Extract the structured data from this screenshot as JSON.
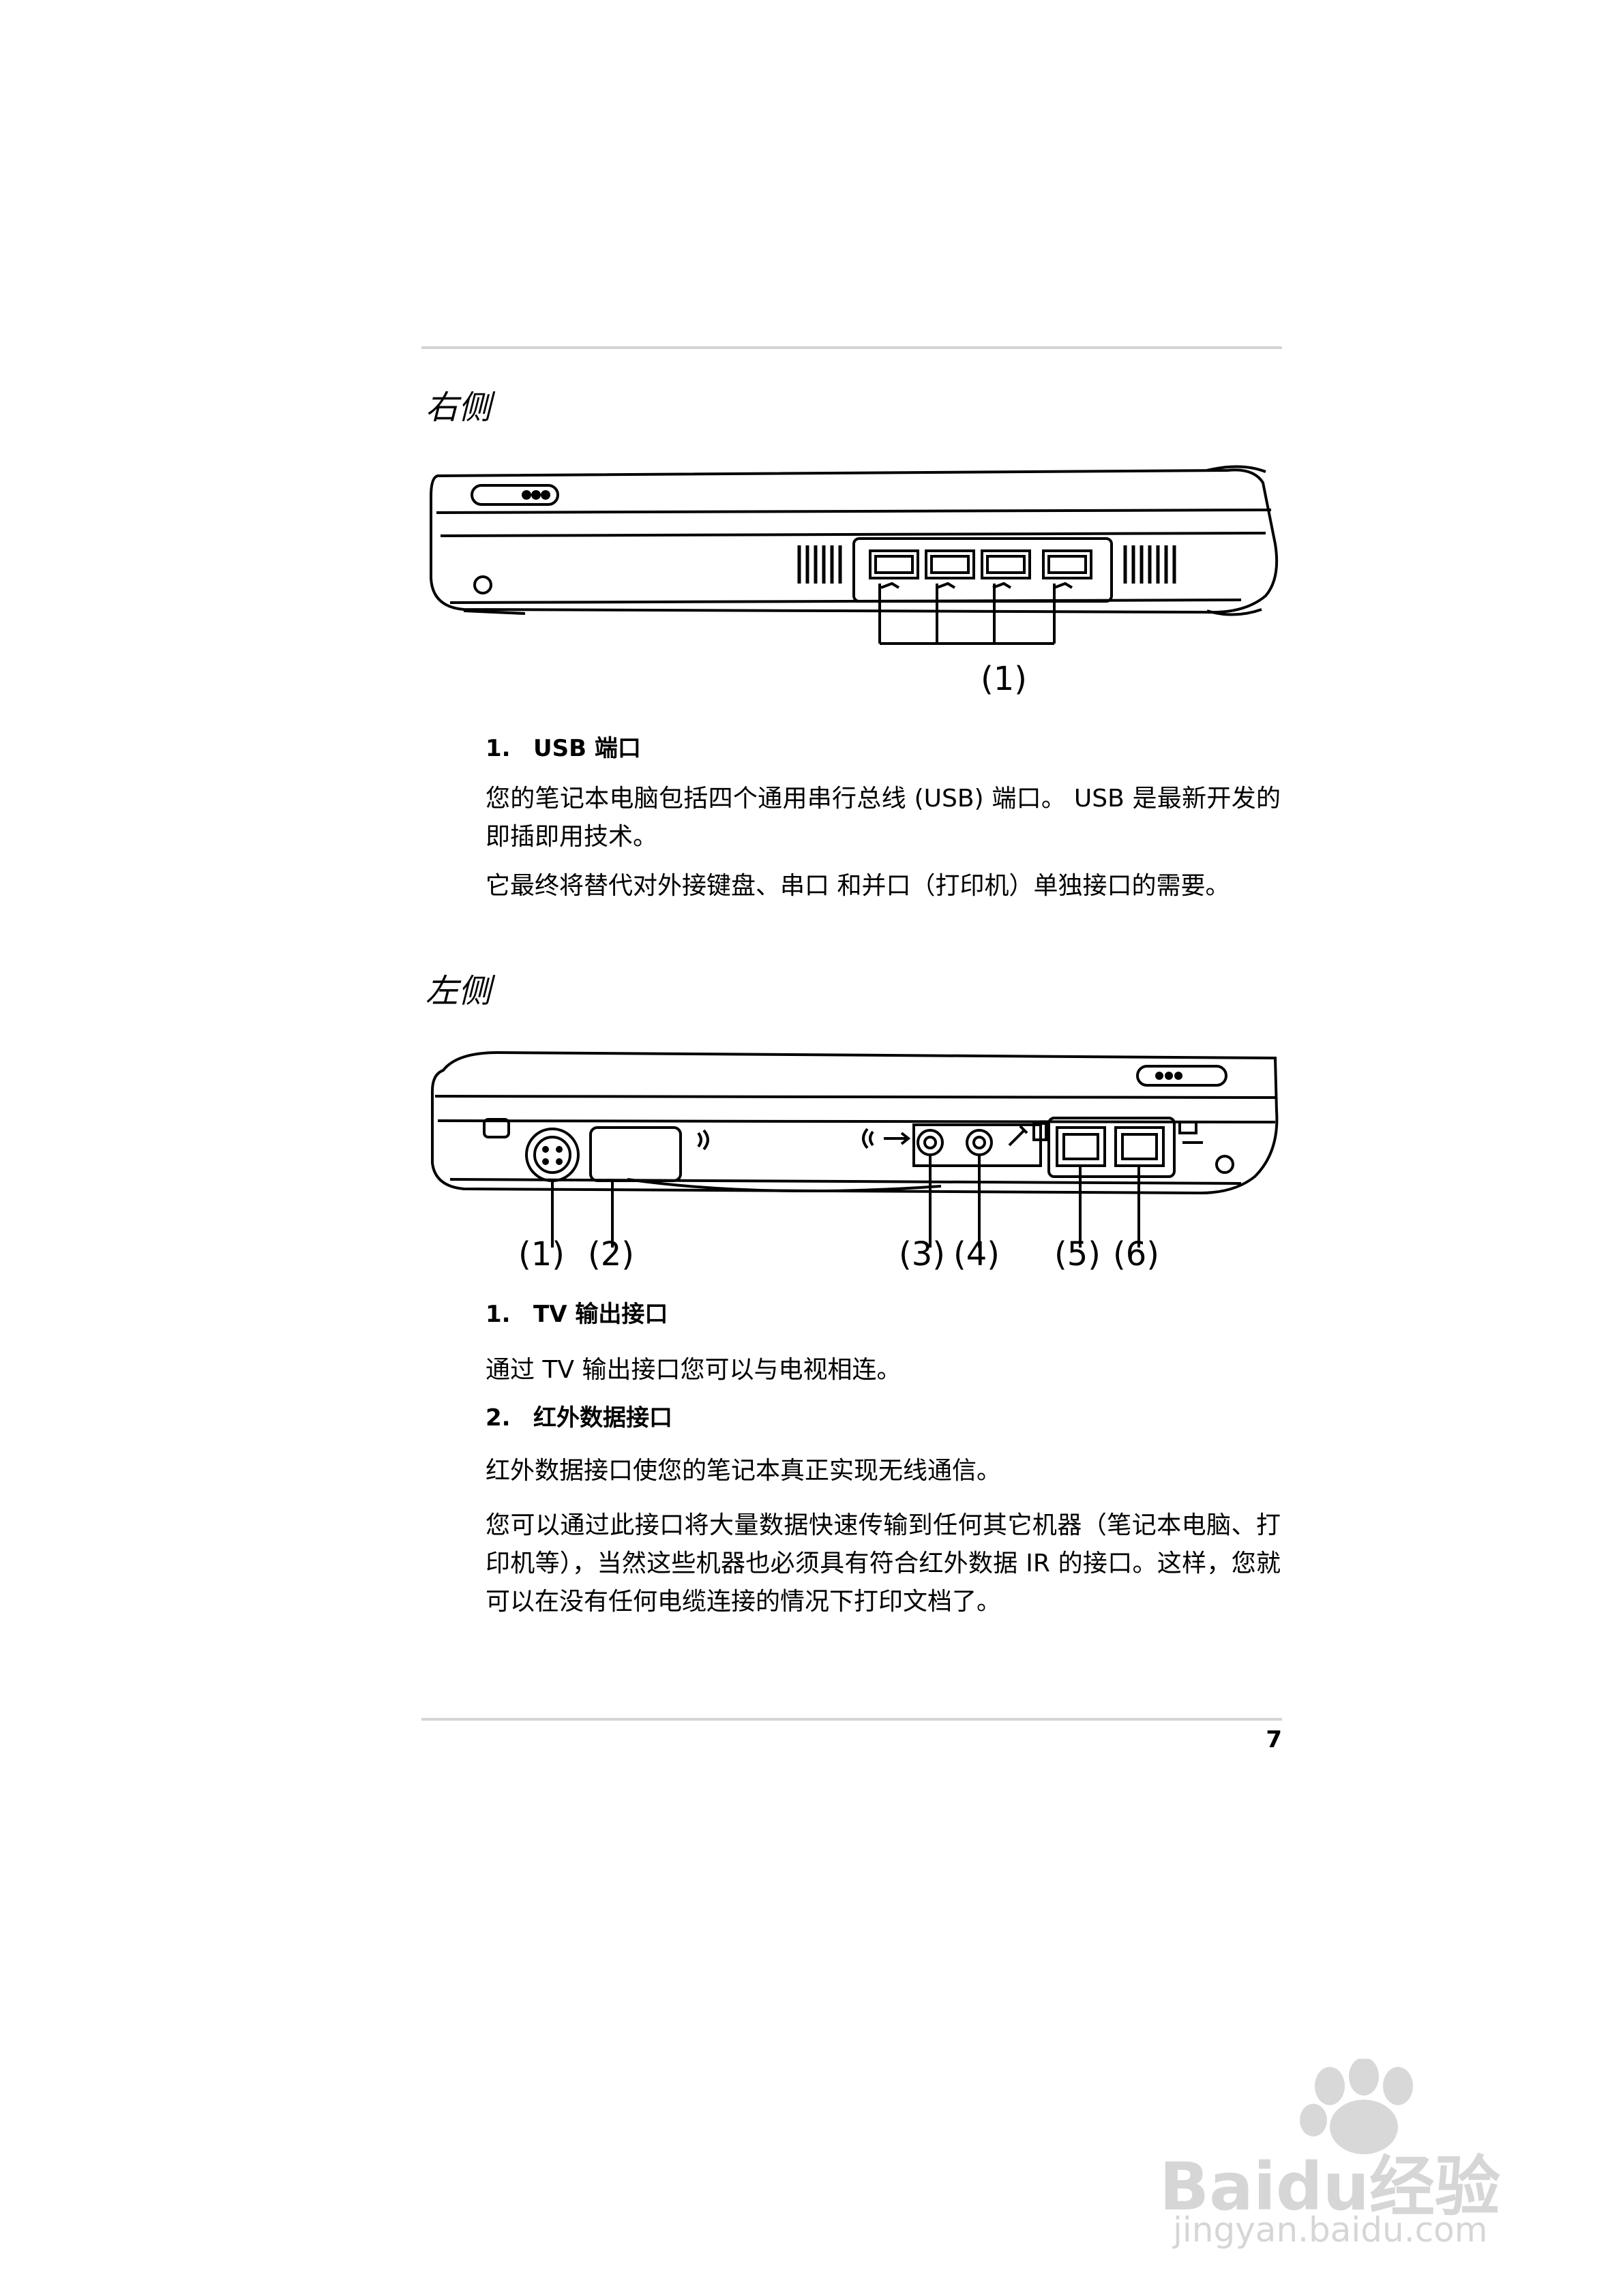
{
  "right_side": {
    "title": "右侧",
    "figure_callouts": [
      "(1)"
    ],
    "items": [
      {
        "number": "1.",
        "heading": "USB 端口",
        "paragraphs": [
          "您的笔记本电脑包括四个通用串行总线 (USB) 端口。 USB 是最新开发的即插即用技术。",
          "它最终将替代对外接键盘、串口 和并口（打印机）单独接口的需要。"
        ]
      }
    ]
  },
  "left_side": {
    "title": "左侧",
    "figure_callouts": [
      "(1)",
      "(2)",
      "(3)",
      "(4)",
      "(5)",
      "(6)"
    ],
    "items": [
      {
        "number": "1.",
        "heading": "TV 输出接口",
        "paragraphs": [
          "通过 TV 输出接口您可以与电视相连。"
        ]
      },
      {
        "number": "2.",
        "heading": "红外数据接口",
        "paragraphs": [
          "红外数据接口使您的笔记本真正实现无线通信。",
          "您可以通过此接口将大量数据快速传输到任何其它机器（笔记本电脑、打印机等），当然这些机器也必须具有符合红外数据 IR 的接口。这样，您就可以在没有任何电缆连接的情况下打印文档了。"
        ]
      }
    ]
  },
  "page_number": "7",
  "watermark": {
    "brand": "Baidu经验",
    "url": "jingyan.baidu.com"
  }
}
